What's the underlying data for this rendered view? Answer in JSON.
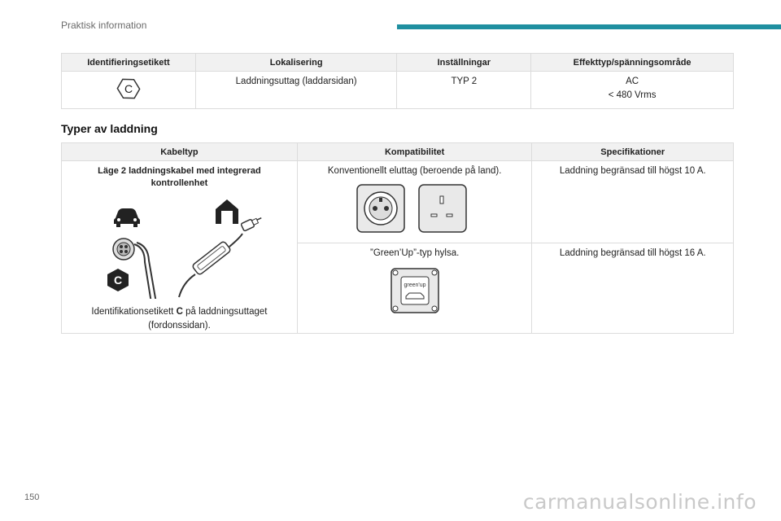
{
  "header": {
    "section": "Praktisk information",
    "accent_color": "#1f8fa0"
  },
  "table1": {
    "headers": [
      "Identifieringsetikett",
      "Lokalisering",
      "Inställningar",
      "Effekttyp/spänningsområde"
    ],
    "row": {
      "label_icon": "hexagon-c-label-icon",
      "label_letter": "C",
      "location": "Laddningsuttag (laddarsidan)",
      "setting": "TYP 2",
      "power_line1": "AC",
      "power_line2": "< 480 Vrms"
    }
  },
  "section_title": "Typer av laddning",
  "table2": {
    "headers": [
      "Kabeltyp",
      "Kompatibilitet",
      "Specifikationer"
    ],
    "cable": {
      "title": "Läge 2 laddningskabel med integrerad kontrollenhet",
      "hex_letter": "C",
      "caption_pre": "Identifikationsetikett ",
      "caption_bold": "C",
      "caption_post": " på laddningsuttaget (fordonssidan).",
      "icons": [
        "car-icon",
        "house-icon",
        "charging-plug-icon",
        "cable-control-box-icon"
      ]
    },
    "rows": [
      {
        "compat": "Konventionellt eluttag (beroende på land).",
        "spec": "Laddning begränsad till högst 10 A.",
        "icons": [
          "french-socket-icon",
          "uk-socket-icon"
        ]
      },
      {
        "compat": "”Green’Up”-typ hylsa.",
        "spec": "Laddning begränsad till högst 16 A.",
        "icons": [
          "greenup-socket-icon"
        ],
        "socket_label": "green'up"
      }
    ]
  },
  "page_number": "150",
  "watermark": "carmanualsonline.info"
}
